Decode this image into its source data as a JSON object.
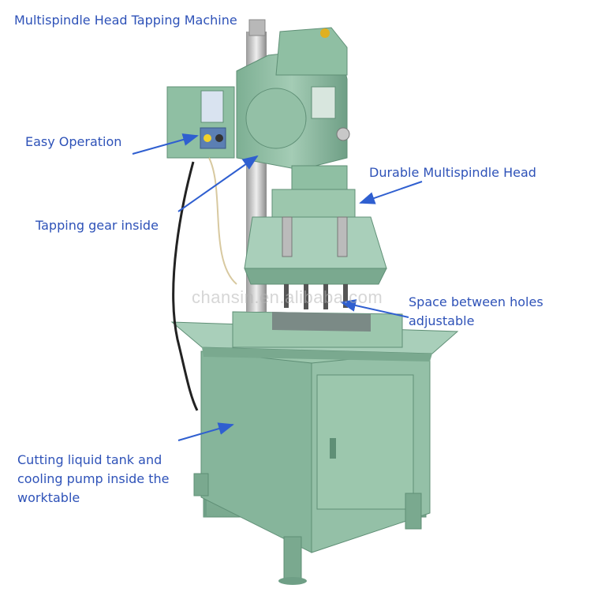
{
  "title": "Multispindle Head Tapping Machine",
  "callouts": {
    "easy_operation": "Easy Operation",
    "tapping_gear": "Tapping gear inside",
    "durable_head": "Durable Multispindle Head",
    "space_holes": "Space between holes adjustable",
    "cutting_tank": "Cutting liquid tank and cooling pump inside the worktable"
  },
  "watermark": "chansin.en.alibaba.com",
  "colors": {
    "machine_green": "#8fbfa3",
    "machine_dark": "#5f8f76",
    "label_blue": "#2e52b8",
    "arrow_blue": "#2f5fd0"
  }
}
